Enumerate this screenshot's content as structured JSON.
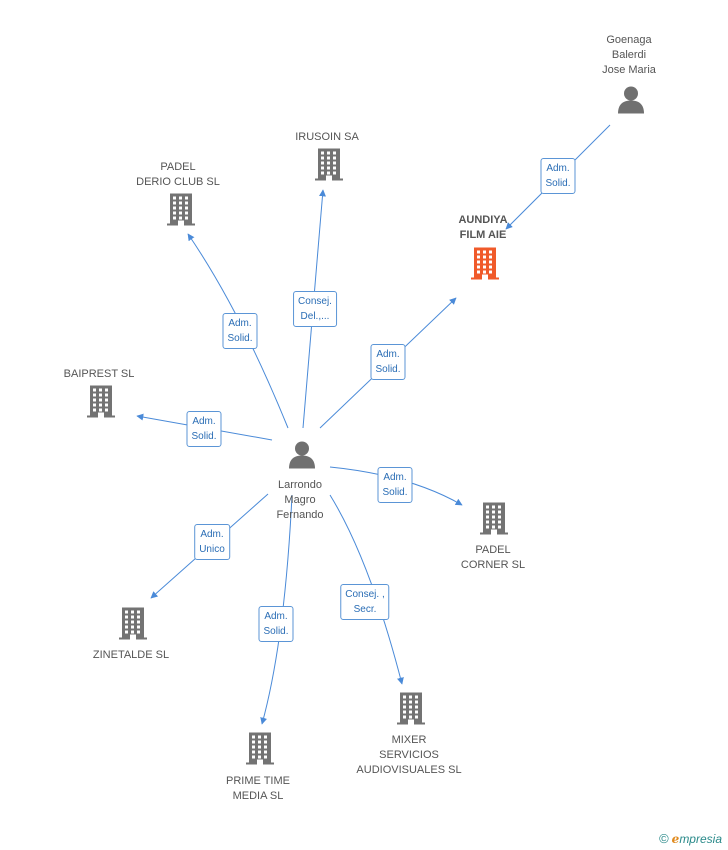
{
  "colors": {
    "edge": "#4a8ad8",
    "company": "#737373",
    "focus_company": "#f05a2a",
    "person": "#707070",
    "label_text": "#555555",
    "edge_label_text": "#2a6db5"
  },
  "nodes": [
    {
      "id": "larrondo",
      "kind": "person",
      "label": "Larrondo\nMagro\nFernando",
      "icon": "person-icon"
    },
    {
      "id": "goenaga",
      "kind": "person",
      "label": "Goenaga\nBalerdi\nJose Maria",
      "icon": "person-icon"
    },
    {
      "id": "aundiya",
      "kind": "focus",
      "label": "AUNDIYA\nFILM AIE",
      "icon": "building-icon"
    },
    {
      "id": "irusoin",
      "kind": "company",
      "label": "IRUSOIN SA",
      "icon": "building-icon"
    },
    {
      "id": "padel-derio",
      "kind": "company",
      "label": "PADEL\nDERIO CLUB SL",
      "icon": "building-icon"
    },
    {
      "id": "baiprest",
      "kind": "company",
      "label": "BAIPREST  SL",
      "icon": "building-icon"
    },
    {
      "id": "padel-corner",
      "kind": "company",
      "label": "PADEL\nCORNER SL",
      "icon": "building-icon"
    },
    {
      "id": "zinetalde",
      "kind": "company",
      "label": "ZINETALDE SL",
      "icon": "building-icon"
    },
    {
      "id": "prime-time",
      "kind": "company",
      "label": "PRIME TIME\nMEDIA  SL",
      "icon": "building-icon"
    },
    {
      "id": "mixer",
      "kind": "company",
      "label": "MIXER\nSERVICIOS\nAUDIOVISUALES SL",
      "icon": "building-icon"
    }
  ],
  "edges": [
    {
      "from": "goenaga",
      "to": "aundiya",
      "label": "Adm.\nSolid."
    },
    {
      "from": "larrondo",
      "to": "aundiya",
      "label": "Adm.\nSolid."
    },
    {
      "from": "larrondo",
      "to": "irusoin",
      "label": "Consej.\nDel.,..."
    },
    {
      "from": "larrondo",
      "to": "padel-derio",
      "label": "Adm.\nSolid."
    },
    {
      "from": "larrondo",
      "to": "baiprest",
      "label": "Adm.\nSolid."
    },
    {
      "from": "larrondo",
      "to": "padel-corner",
      "label": "Adm.\nSolid."
    },
    {
      "from": "larrondo",
      "to": "zinetalde",
      "label": "Adm.\nUnico"
    },
    {
      "from": "larrondo",
      "to": "prime-time",
      "label": "Adm.\nSolid."
    },
    {
      "from": "larrondo",
      "to": "mixer",
      "label": "Consej. ,\nSecr."
    }
  ],
  "brand": {
    "copyright": "©",
    "initial": "e",
    "rest": "mpresia"
  }
}
